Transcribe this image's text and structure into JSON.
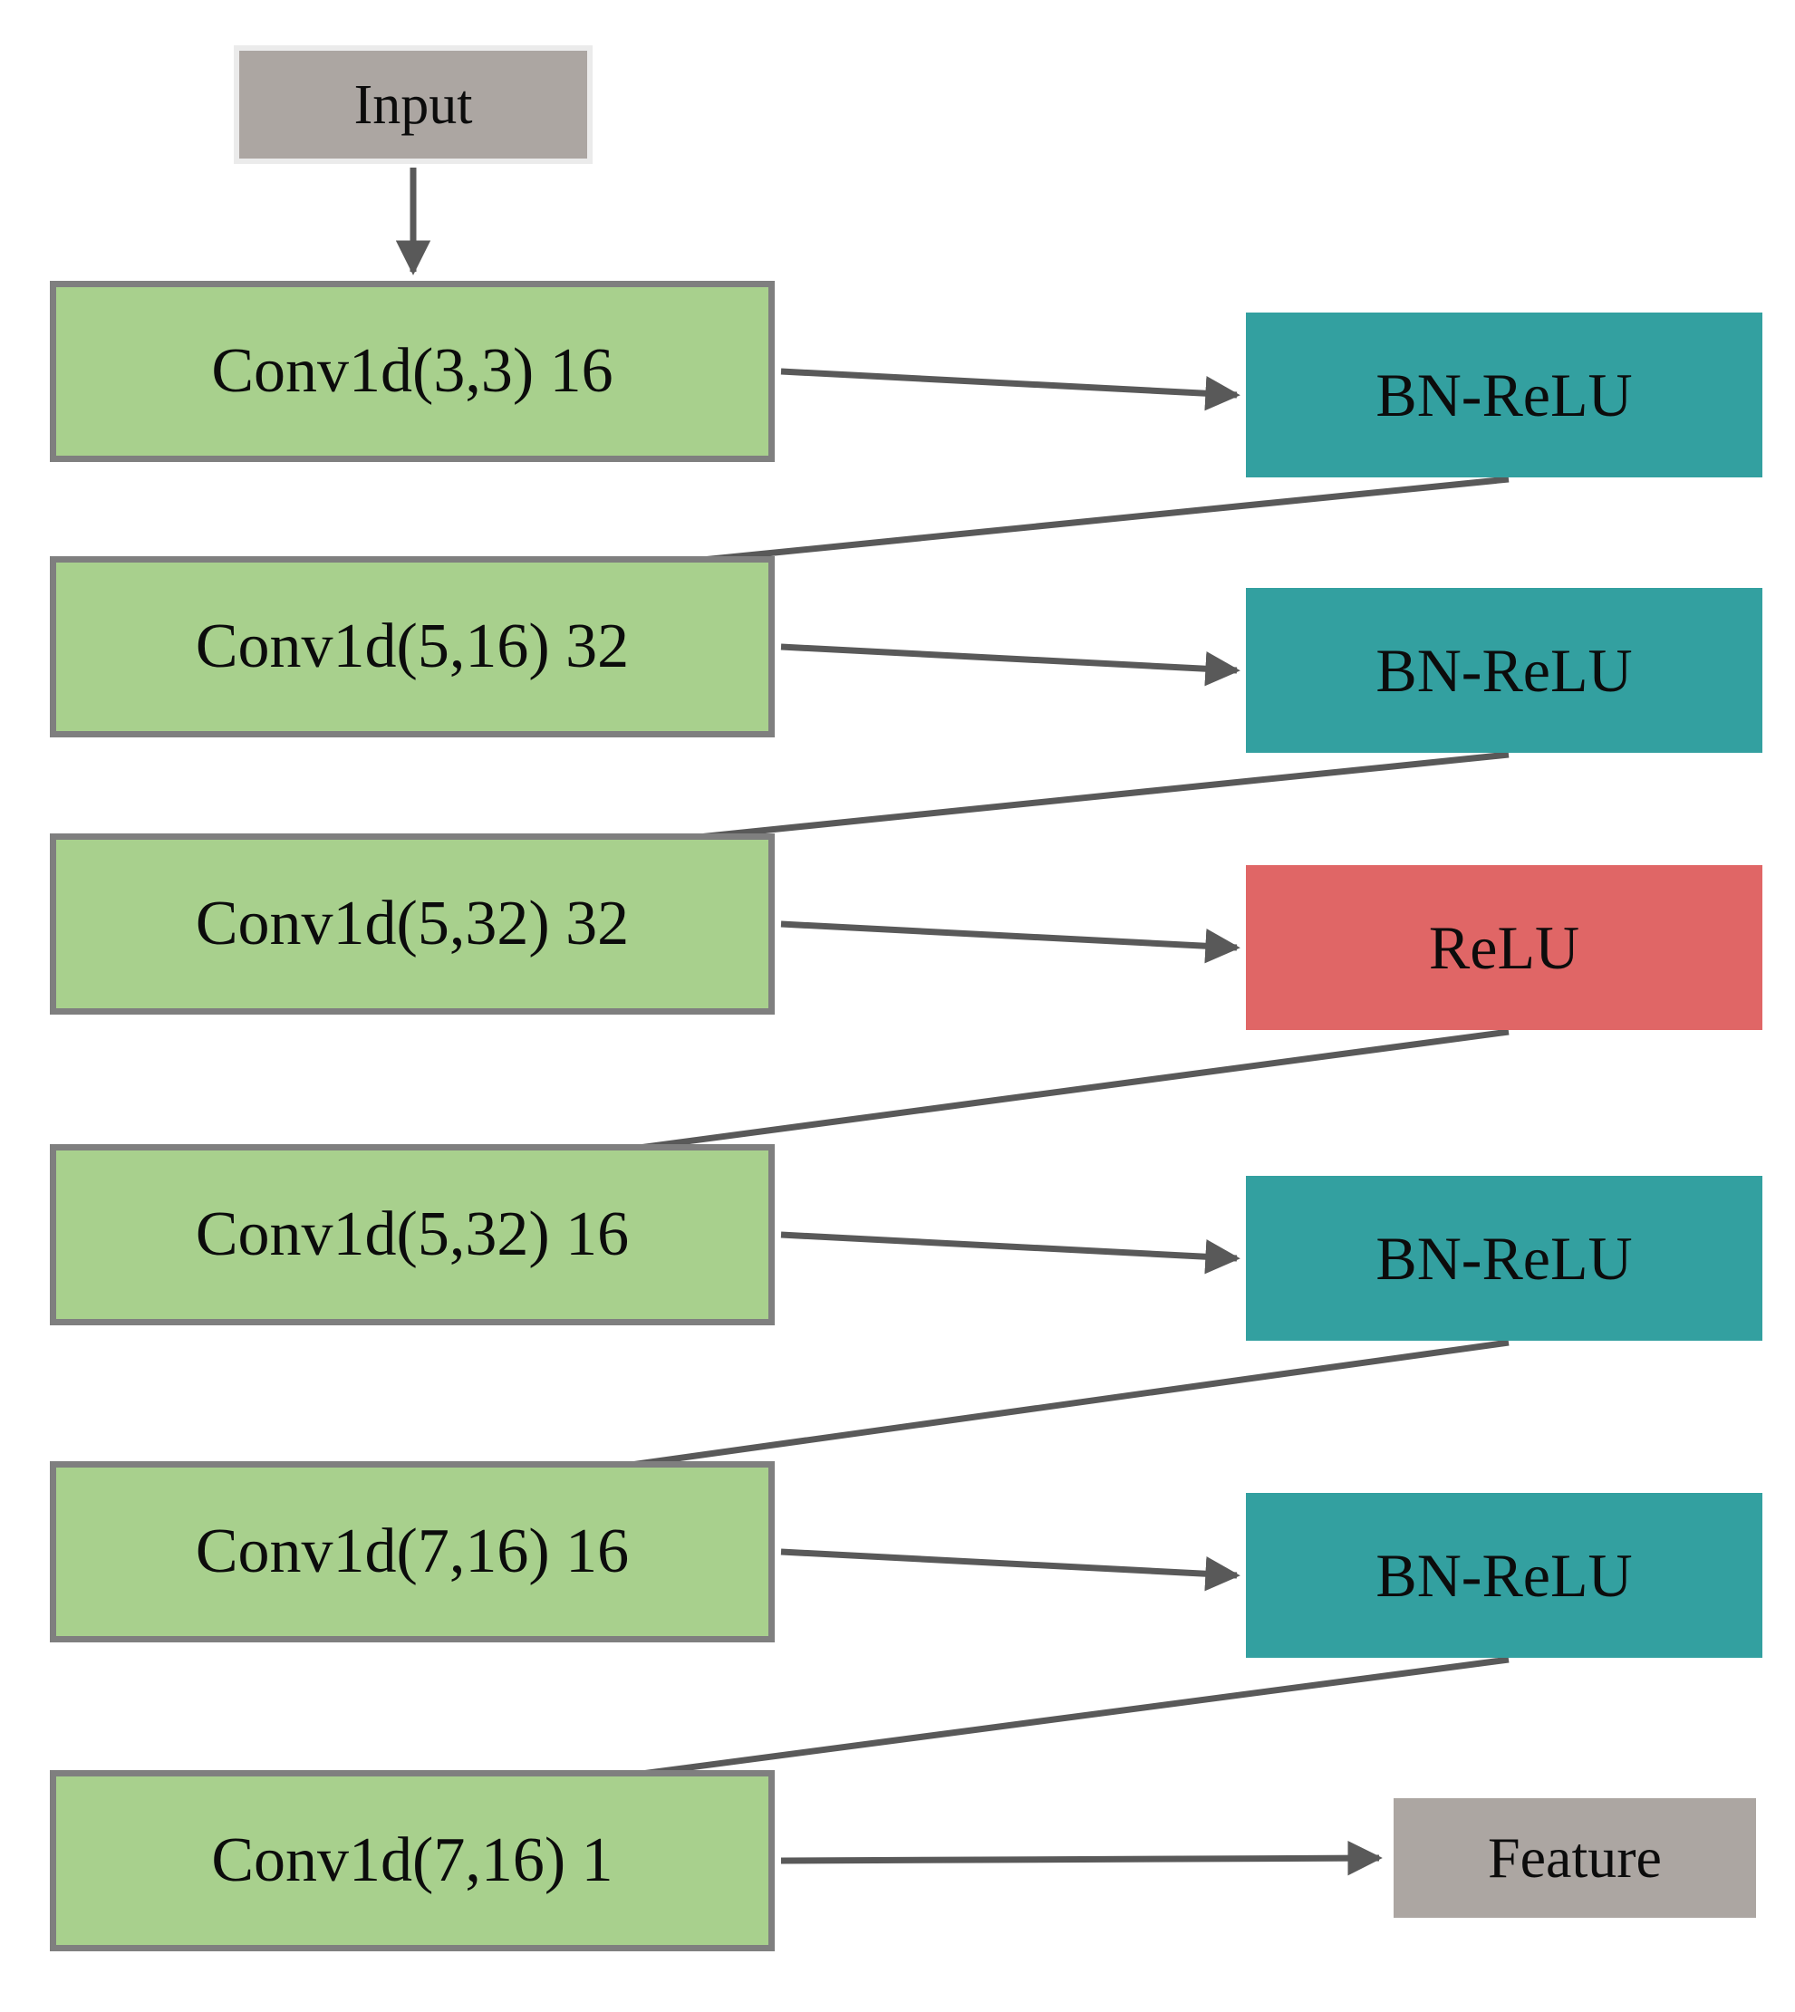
{
  "diagram": {
    "description": "1D convolutional neural network architecture flowchart",
    "nodes": {
      "input": {
        "label": "Input",
        "type": "io"
      },
      "conv1": {
        "label": "Conv1d(3,3) 16",
        "type": "conv"
      },
      "conv2": {
        "label": "Conv1d(5,16) 32",
        "type": "conv"
      },
      "conv3": {
        "label": "Conv1d(5,32) 32",
        "type": "conv"
      },
      "conv4": {
        "label": "Conv1d(5,32) 16",
        "type": "conv"
      },
      "conv5": {
        "label": "Conv1d(7,16) 16",
        "type": "conv"
      },
      "conv6": {
        "label": "Conv1d(7,16) 1",
        "type": "conv"
      },
      "bn1": {
        "label": "BN-ReLU",
        "type": "batchnorm-relu"
      },
      "bn2": {
        "label": "BN-ReLU",
        "type": "batchnorm-relu"
      },
      "relu": {
        "label": "ReLU",
        "type": "relu"
      },
      "bn3": {
        "label": "BN-ReLU",
        "type": "batchnorm-relu"
      },
      "bn4": {
        "label": "BN-ReLU",
        "type": "batchnorm-relu"
      },
      "feature": {
        "label": "Feature",
        "type": "io"
      }
    },
    "edges": [
      {
        "from": "input",
        "to": "conv1"
      },
      {
        "from": "conv1",
        "to": "bn1"
      },
      {
        "from": "bn1",
        "to": "conv2"
      },
      {
        "from": "conv2",
        "to": "bn2"
      },
      {
        "from": "bn2",
        "to": "conv3"
      },
      {
        "from": "conv3",
        "to": "relu"
      },
      {
        "from": "relu",
        "to": "conv4"
      },
      {
        "from": "conv4",
        "to": "bn3"
      },
      {
        "from": "bn3",
        "to": "conv5"
      },
      {
        "from": "conv5",
        "to": "bn4"
      },
      {
        "from": "bn4",
        "to": "conv6"
      },
      {
        "from": "conv6",
        "to": "feature"
      }
    ]
  },
  "colors": {
    "conv_fill": "#a8d08d",
    "conv_border": "#7f7f7f",
    "accent_teal": "#33a0a0",
    "accent_red": "#e06666",
    "io_fill": "#aca6a2",
    "io_border": "#ebebeb",
    "arrow_color": "#595959",
    "text_color": "#0c0c0c"
  }
}
